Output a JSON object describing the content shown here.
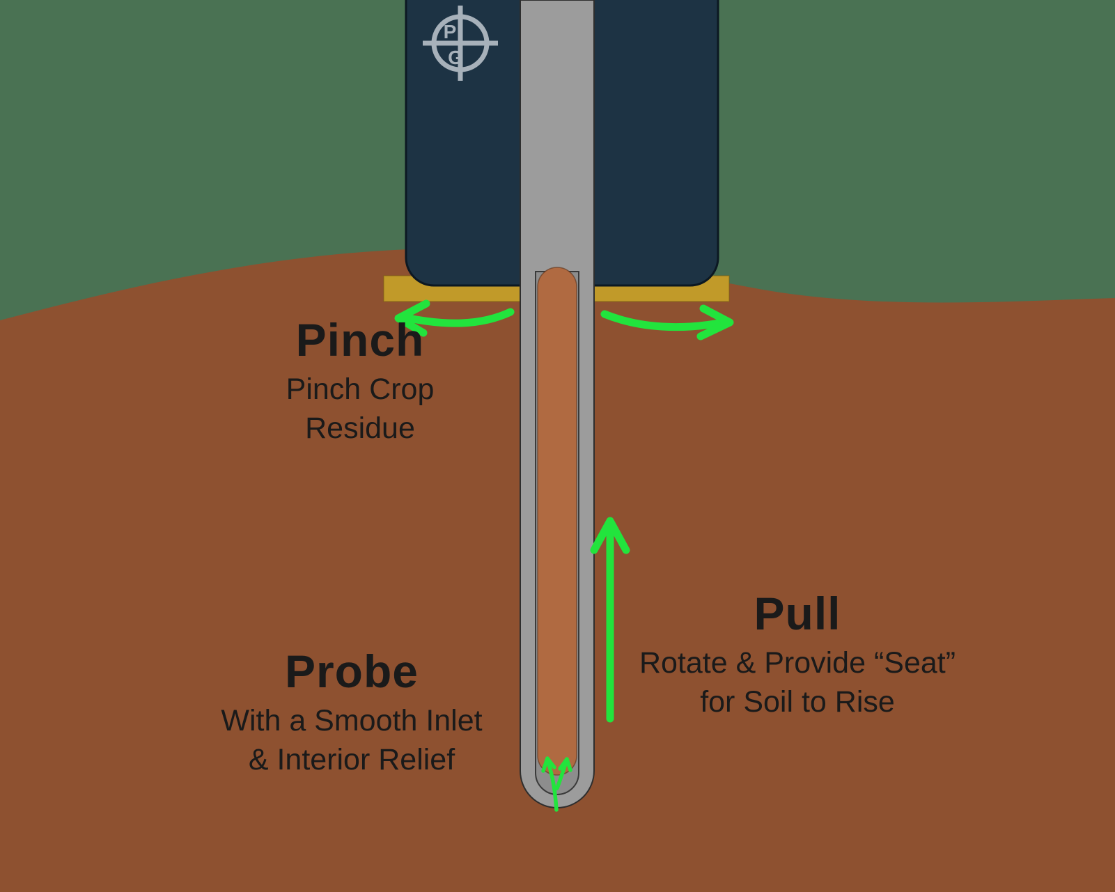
{
  "colors": {
    "background": "#4a7253",
    "soil": "#8e5130",
    "soil-core": "#b06a41",
    "soil-core-outline": "#5a3017",
    "device": "#1d3344",
    "device-outline": "#0c1822",
    "tube": "#9c9c9c",
    "tube-inner": "#8d8d8d",
    "tube-outline": "#2e2e2e",
    "bar": "#c19a29",
    "bar-outline": "#7f6414",
    "arrow": "#22e43d",
    "logo": "#a7b1ba",
    "text": "#1a1a1a"
  },
  "labels": {
    "pinch": {
      "title": "Pinch",
      "subtitle": "Pinch Crop\nResidue"
    },
    "pull": {
      "title": "Pull",
      "subtitle": "Rotate & Provide “Seat”\nfor Soil to Rise"
    },
    "probe": {
      "title": "Probe",
      "subtitle": "With a Smooth Inlet\n& Interior Relief"
    }
  },
  "logo": {
    "letter_top": "P",
    "letter_bottom": "G"
  }
}
